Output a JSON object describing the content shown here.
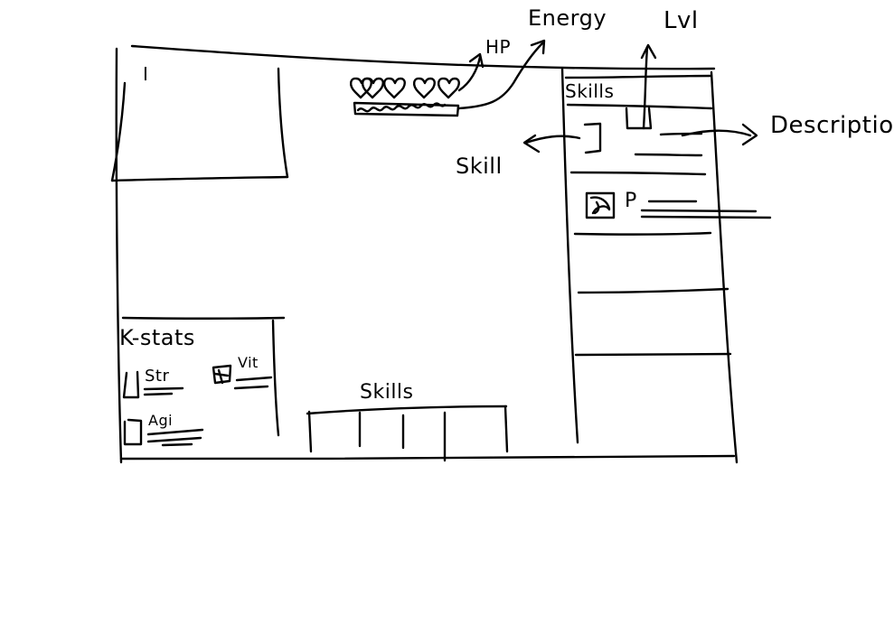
{
  "annotations": {
    "energy": "Energy",
    "hp": "HP",
    "lvl": "Lvl",
    "description": "Description",
    "skill": "Skill"
  },
  "top_left_panel": {
    "label": "I"
  },
  "status_bar": {
    "hearts": 5,
    "heart_icon": "heart-icon"
  },
  "skills_panel": {
    "title": "Skills",
    "slot_icon": "square-icon",
    "ornament_icon": "ornate-tile-icon",
    "ornament_mark": "P"
  },
  "stats_panel": {
    "title": "K-stats",
    "stats": [
      "Str",
      "Vit",
      "Agi"
    ]
  },
  "skill_bar": {
    "title": "Skills",
    "slots": 4
  }
}
